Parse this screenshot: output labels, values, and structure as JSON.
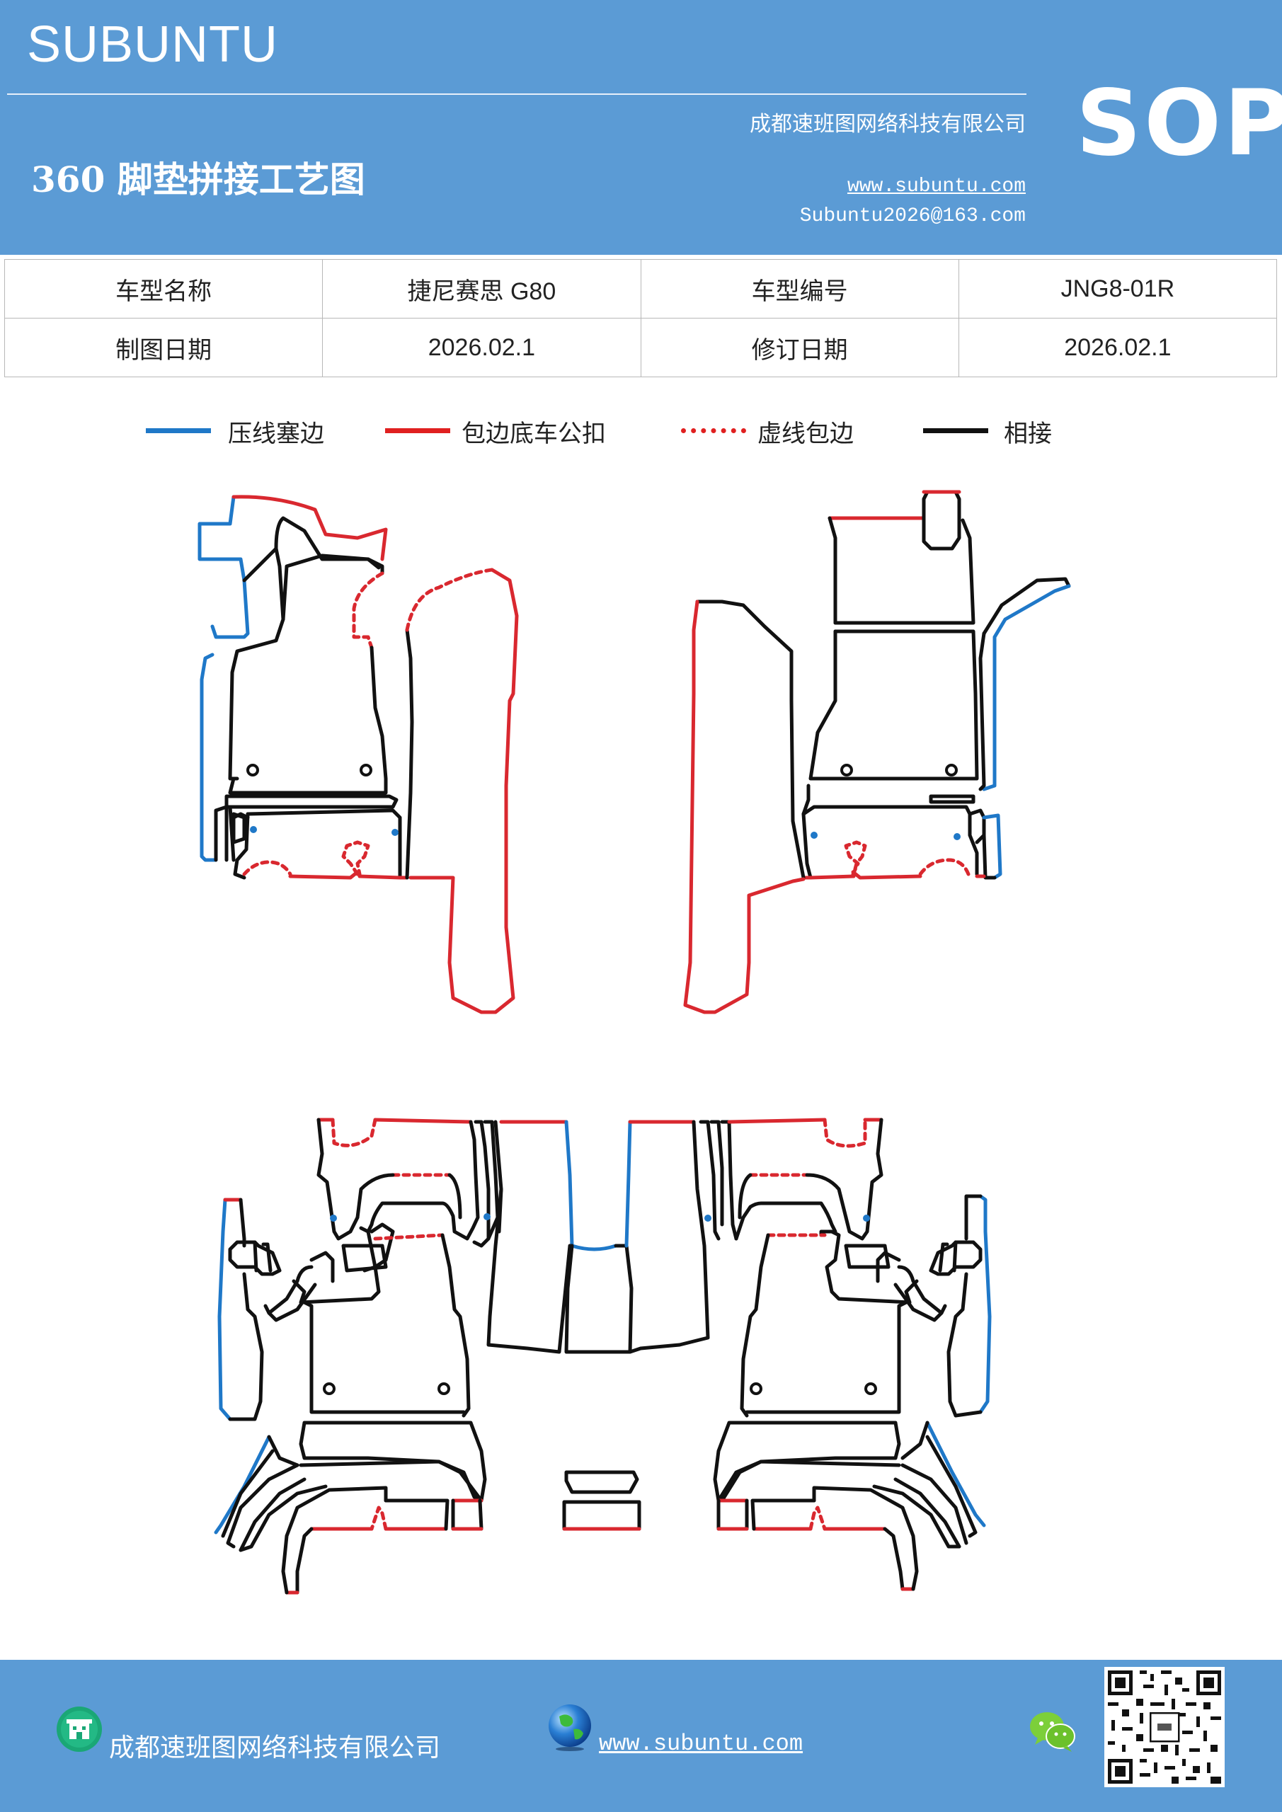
{
  "header": {
    "brand": "SUBUNTU",
    "company": "成都速班图网络科技有限公司",
    "title": "360 脚垫拼接工艺图",
    "website": "www.subuntu.com",
    "email": "Subuntu2026@163.com",
    "badge": "SOP"
  },
  "info_table": {
    "rows": [
      {
        "label1": "车型名称",
        "value1": "捷尼赛思 G80",
        "label2": "车型编号",
        "value2": "JNG8-01R"
      },
      {
        "label1": "制图日期",
        "value1": "2026.02.1",
        "label2": "修订日期",
        "value2": "2026.02.1"
      }
    ]
  },
  "legend": [
    {
      "label": "压线塞边",
      "color": "#1f78c8",
      "style": "solid"
    },
    {
      "label": "包边底车公扣",
      "color": "#e02020",
      "style": "solid"
    },
    {
      "label": "虚线包边",
      "color": "#e02020",
      "style": "dotted"
    },
    {
      "label": "相接",
      "color": "#000000",
      "style": "solid"
    }
  ],
  "colors": {
    "header_bg": "#5b9bd5",
    "blue": "#1f78c8",
    "red": "#d9282f",
    "black": "#111111"
  },
  "footer": {
    "company": "成都速班图网络科技有限公司",
    "website": "www.subuntu.com",
    "icons": [
      "building-icon",
      "globe-icon",
      "wechat-icon",
      "qr-code"
    ]
  }
}
